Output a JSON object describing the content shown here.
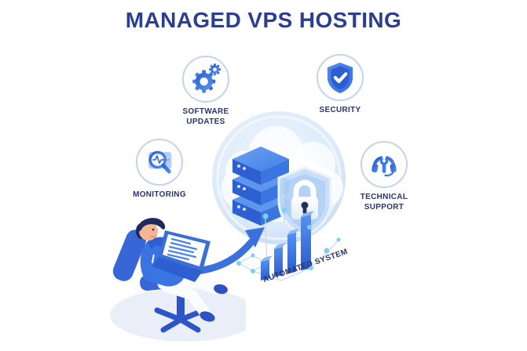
{
  "page": {
    "title": "MANAGED VPS HOSTING"
  },
  "features": [
    {
      "id": "software-updates",
      "label": "SOFTWARE\nUPDATES",
      "icon": "gear-icon"
    },
    {
      "id": "security",
      "label": "SECURITY",
      "icon": "shield-check-icon"
    },
    {
      "id": "monitoring",
      "label": "MONITORING",
      "icon": "monitoring-magnifier-icon"
    },
    {
      "id": "technical-support",
      "label": "TECHNICAL\nSUPPORT",
      "icon": "headset-wrench-icon"
    }
  ],
  "center": {
    "automated_label": "AUTOMATED SYSTEM",
    "illustration_icons": [
      "cloud-icon",
      "server-stack-icon",
      "shield-lock-icon",
      "bar-chart-icon",
      "growth-arrow-icon"
    ]
  },
  "colors": {
    "background": "#ffffff",
    "title": "#2c3e90",
    "label": "#2b3566",
    "icon_blue_dark": "#2a5ecf",
    "icon_blue_light": "#5596f0",
    "circle_border": "#c3d4ec",
    "halo_blue": "#cfe0f5",
    "server_blue": "#3b76e0",
    "node_cyan": "#7ecdf2",
    "shadow": "#e9eef8"
  }
}
